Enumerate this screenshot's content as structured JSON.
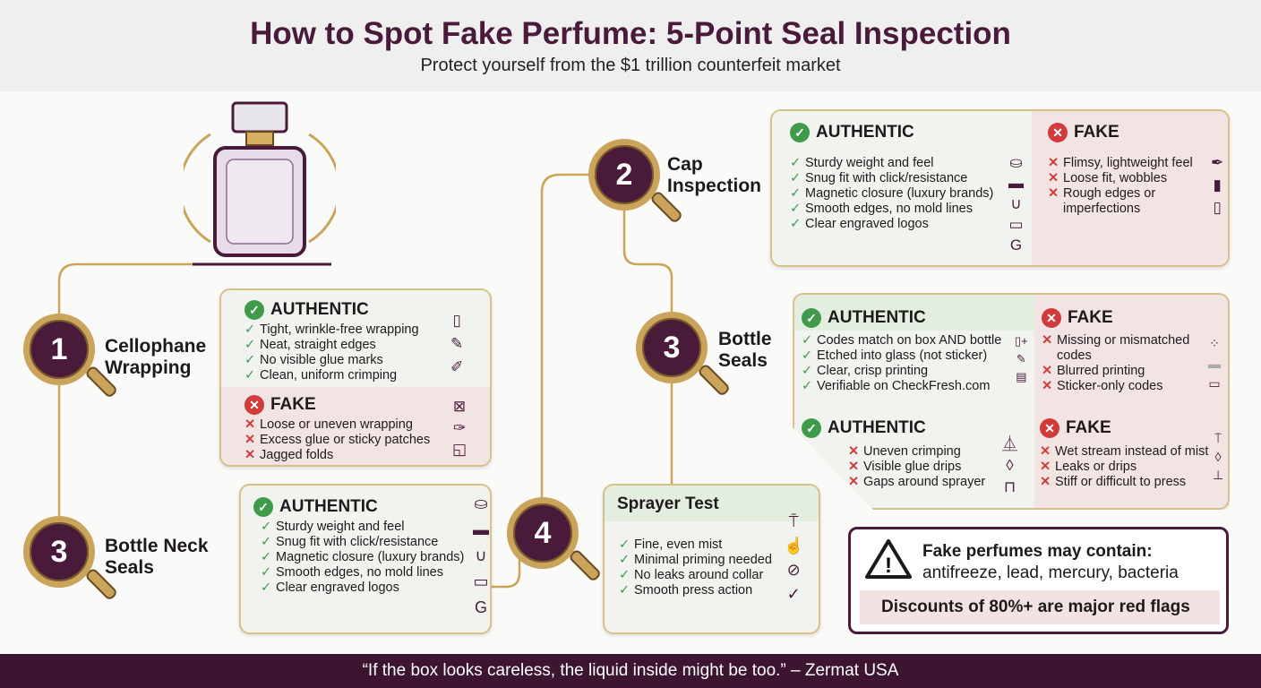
{
  "header": {
    "title": "How to Spot Fake Perfume: 5-Point Seal Inspection",
    "subtitle": "Protect yourself from the $1 trillion counterfeit market"
  },
  "steps": {
    "cellophane": {
      "number": "1",
      "label": "Cellophane Wrapping"
    },
    "neck": {
      "number": "3",
      "label": "Bottle Neck Seals"
    },
    "sprayer_badge": {
      "number": "4"
    },
    "cap": {
      "number": "2",
      "label": "Cap Inspection"
    },
    "bottle": {
      "number": "3",
      "label": "Bottle Seals"
    }
  },
  "labels": {
    "authentic": "AUTHENTIC",
    "fake": "FAKE"
  },
  "cellophane_card": {
    "authentic": [
      "Tight, wrinkle-free wrapping",
      "Neat, straight edges",
      "No visible glue marks",
      "Clean, uniform crimping"
    ],
    "fake": [
      "Loose or uneven wrapping",
      "Excess glue or sticky patches",
      "Jagged folds"
    ]
  },
  "neck_card": {
    "authentic": [
      "Sturdy weight and feel",
      "Snug fit with click/resistance",
      "Magnetic closure (luxury brands)",
      "Smooth edges, no mold lines",
      "Clear engraved logos"
    ]
  },
  "cap_card": {
    "authentic": [
      "Sturdy weight and feel",
      "Snug fit with click/resistance",
      "Magnetic closure (luxury brands)",
      "Smooth edges, no mold lines",
      "Clear engraved logos"
    ],
    "fake": [
      "Flimsy, lightweight feel",
      "Loose fit, wobbles",
      "Rough edges or imperfections"
    ]
  },
  "bottle_card": {
    "authentic": [
      "Codes match on box AND bottle",
      "Etched into glass (not sticker)",
      "Clear, crisp printing",
      "Verifiable on CheckFresh.com"
    ],
    "fake": [
      "Missing or mismatched codes",
      "Blurred printing",
      "Sticker-only codes"
    ],
    "authentic2": [
      "Uneven crimping",
      "Visible glue drips",
      "Gaps around sprayer"
    ],
    "fake2": [
      "Wet stream instead of mist",
      "Leaks or drips",
      "Stiff or difficult to press"
    ]
  },
  "sprayer_card": {
    "title": "Sprayer Test",
    "items": [
      "Fine, even mist",
      "Minimal priming needed",
      "No leaks around collar",
      "Smooth press action"
    ]
  },
  "warning": {
    "line1": "Fake perfumes may contain:",
    "line2": "antifreeze, lead, mercury, bacteria",
    "line3": "Discounts of 80%+ are major red flags"
  },
  "footer": {
    "quote": "“If the box looks careless, the liquid inside might be too.” – Zermat USA"
  },
  "colors": {
    "brand": "#4a1a3a",
    "gold": "#c9a45a",
    "green": "#3f9a4a",
    "red": "#d23b3b"
  }
}
